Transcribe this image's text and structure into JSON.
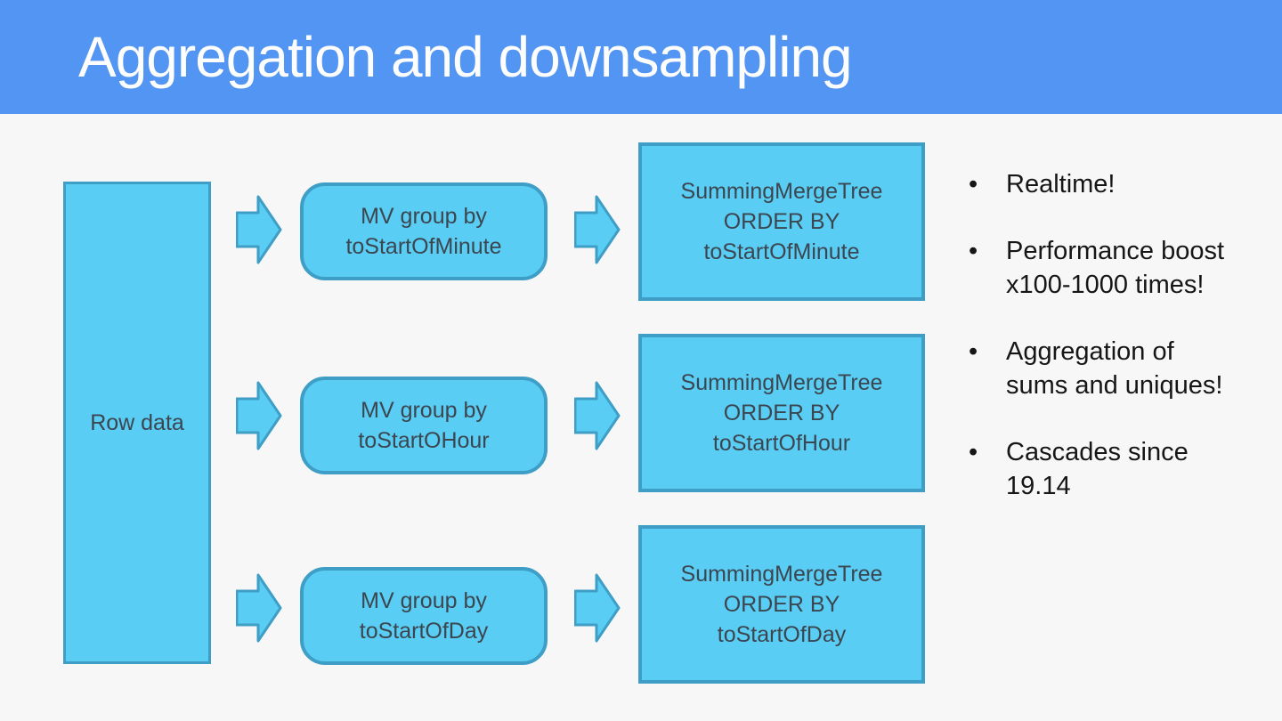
{
  "slide": {
    "title": "Aggregation and downsampling"
  },
  "diagram": {
    "source_label": "Row data",
    "rows": [
      {
        "mv": "MV group by\ntoStartOfMinute",
        "smt": "SummingMergeTree\nORDER BY\ntoStartOfMinute"
      },
      {
        "mv": "MV group by\ntoStartOHour",
        "smt": "SummingMergeTree\nORDER BY\ntoStartOfHour"
      },
      {
        "mv": "MV group by\ntoStartOfDay",
        "smt": "SummingMergeTree\nORDER BY\ntoStartOfDay"
      }
    ]
  },
  "bullets": [
    "Realtime!",
    "Performance boost x100-1000 times!",
    "Aggregation of sums and uniques!",
    "Cascades since 19.14"
  ],
  "colors": {
    "header_blue": "#5295f2",
    "background": "#f7f7f7",
    "shape_fill": "#59cdf3",
    "shape_border": "#3f9ec6",
    "shape_text": "#3c4650",
    "title_text": "#fdfdfd",
    "bullet_text": "#161616"
  }
}
